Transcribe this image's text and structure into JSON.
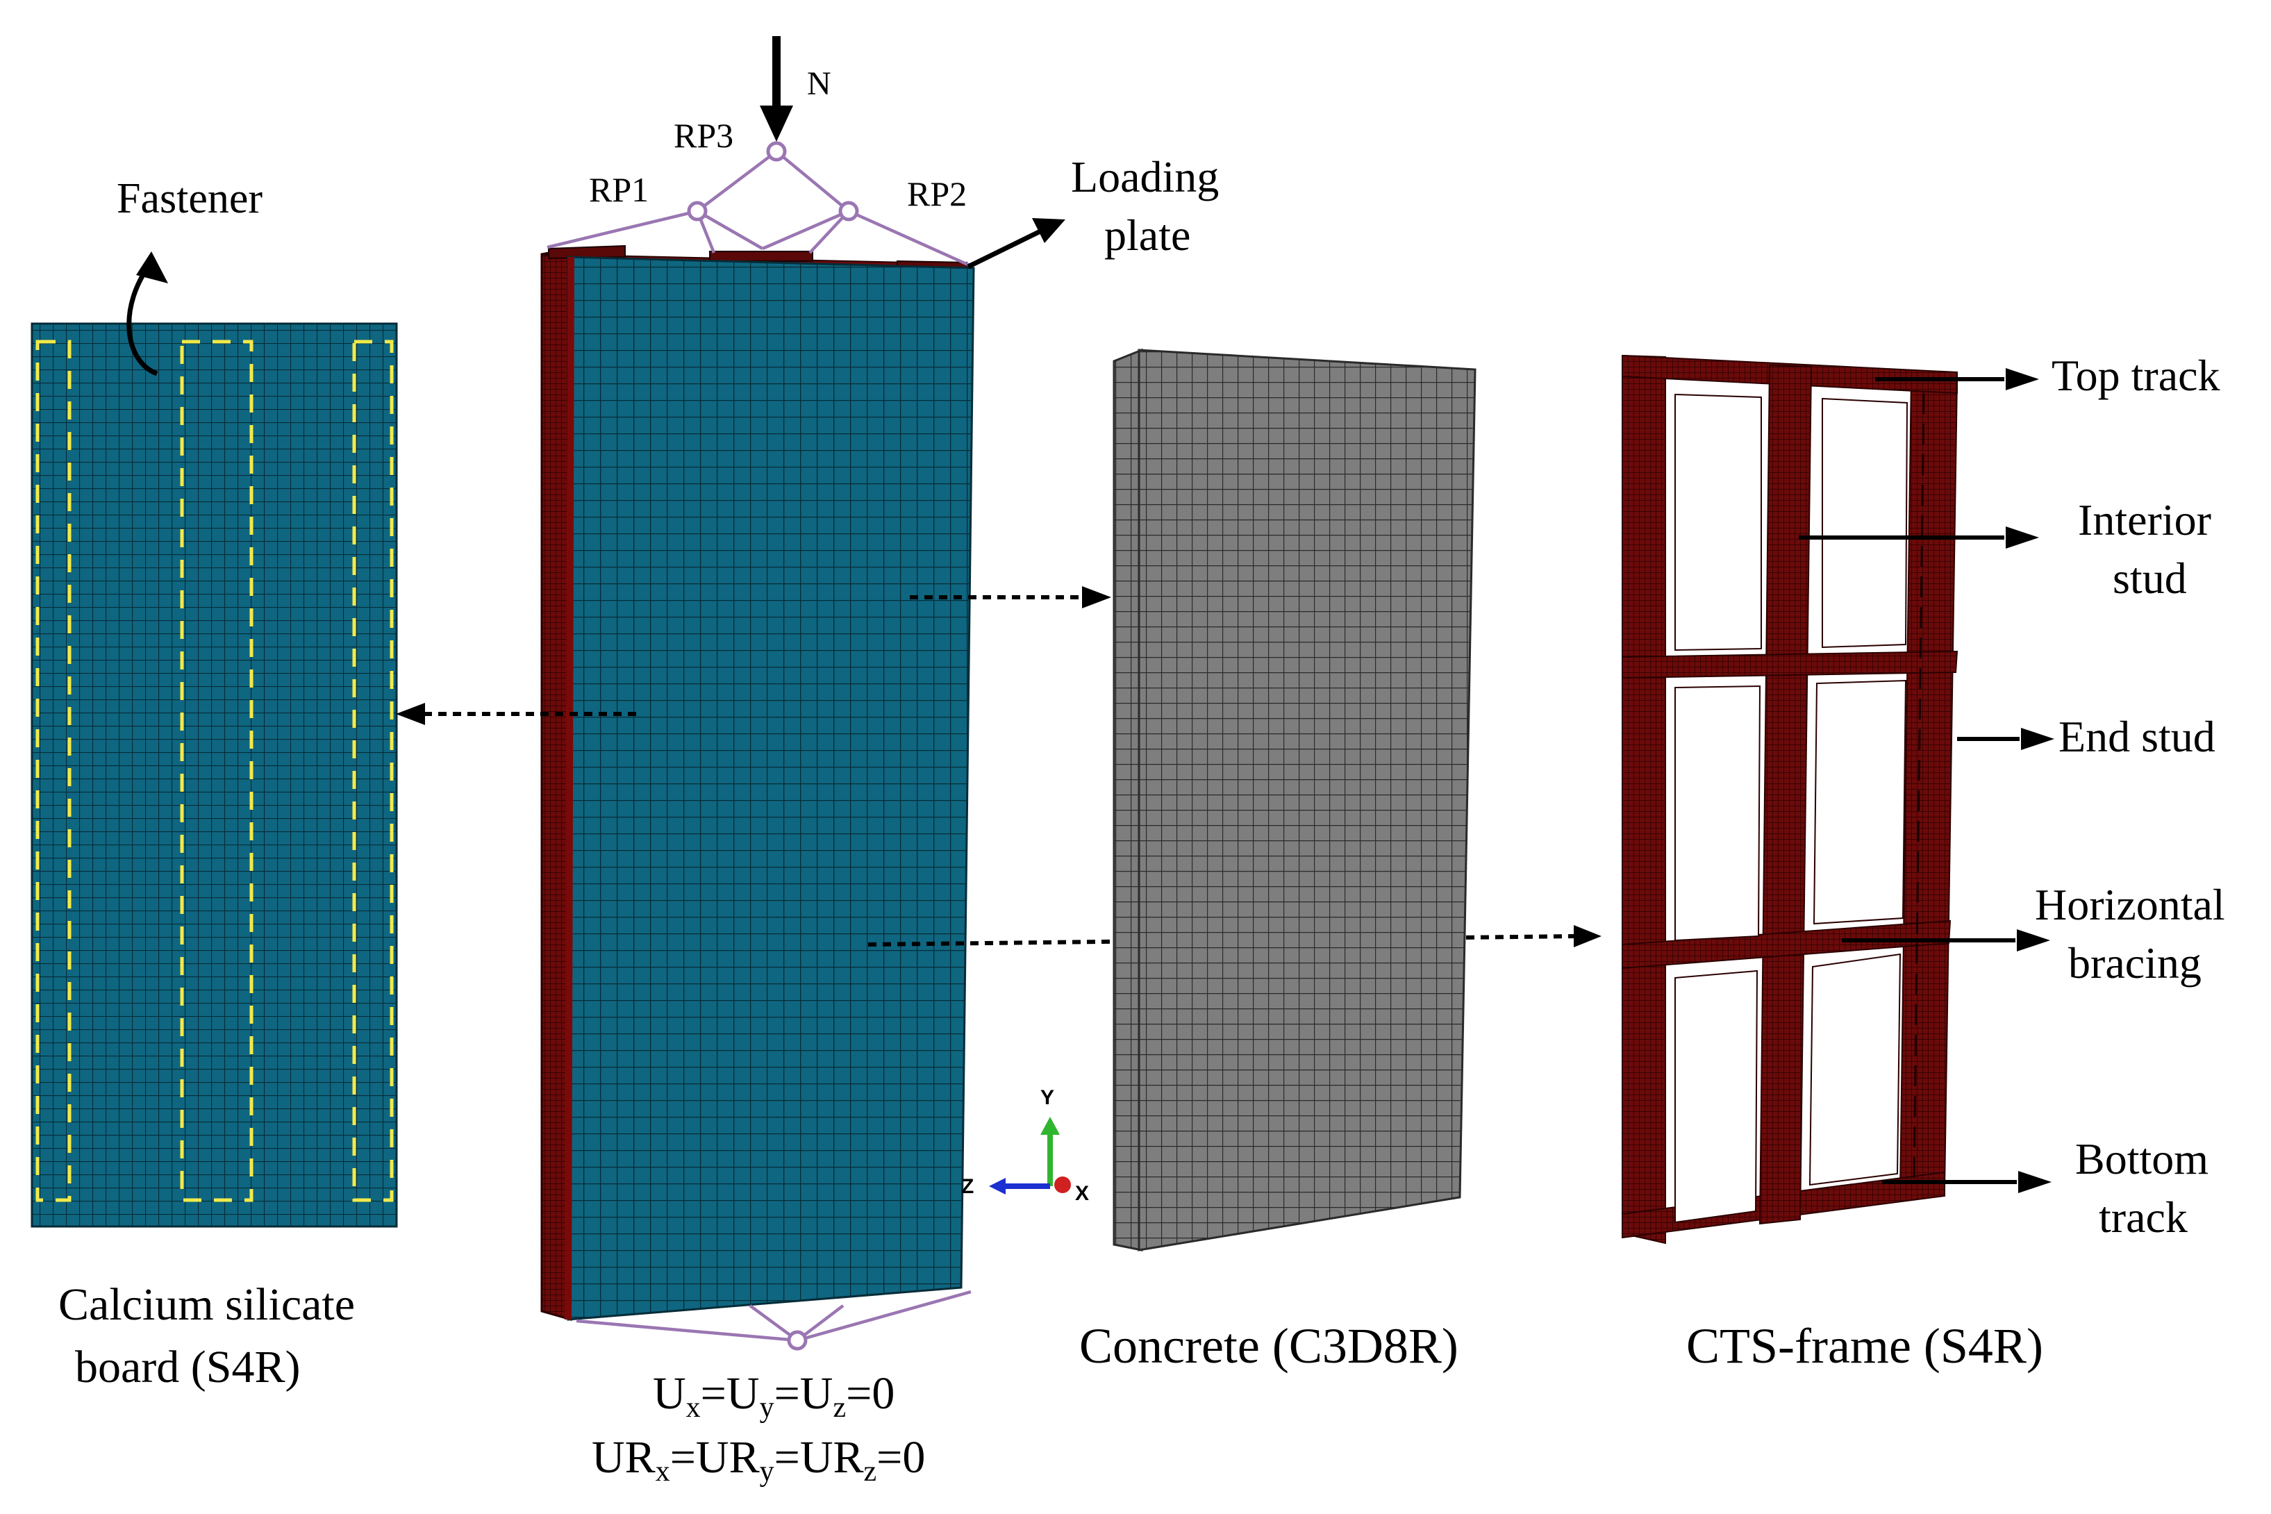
{
  "labels": {
    "fastener": "Fastener",
    "rp1": "RP1",
    "rp2": "RP2",
    "rp3": "RP3",
    "load_n": "N",
    "loading_plate_line1": "Loading",
    "loading_plate_line2": "plate",
    "top_track": "Top track",
    "interior_stud_line1": "Interior",
    "interior_stud_line2": "stud",
    "end_stud": "End stud",
    "horizontal_bracing_line1": "Horizontal",
    "horizontal_bracing_line2": "bracing",
    "bottom_track_line1": "Bottom",
    "bottom_track_line2": "track",
    "board_caption_line1": "Calcium silicate",
    "board_caption_line2": "board  (S4R)",
    "concrete_caption": "Concrete (C3D8R)",
    "frame_caption": "CTS-frame (S4R)",
    "bc_line1": "Ux=Uy=Uz=0",
    "bc_line2": "URx=URy=URz=0"
  },
  "axis_triad": {
    "y": "Y",
    "z": "Z",
    "x": "X"
  },
  "colors": {
    "board": "#0f6680",
    "concrete": "#7e7e7e",
    "frame": "#6b0a0a",
    "fastener_outline": "#f2ea4a",
    "reference_node": "#9a76b2",
    "axis_y": "#2fb52f",
    "axis_z": "#1c2fd0",
    "axis_x": "#d02020"
  }
}
